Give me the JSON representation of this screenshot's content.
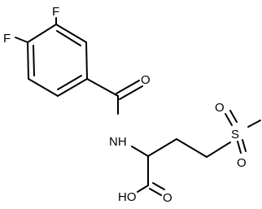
{
  "structure": {
    "atoms": {
      "fluorine_top": "F",
      "fluorine_left": "F",
      "carbonyl_oxygen": "O",
      "amide_nitrogen": "NH",
      "sulfur": "S",
      "sulfonyl_oxygen_upper": "O",
      "sulfonyl_oxygen_lower": "O",
      "hydroxyl": "HO",
      "acid_oxygen": "O"
    },
    "colors": {
      "bond": "#000000",
      "label": "#000000",
      "background": "#ffffff"
    }
  }
}
